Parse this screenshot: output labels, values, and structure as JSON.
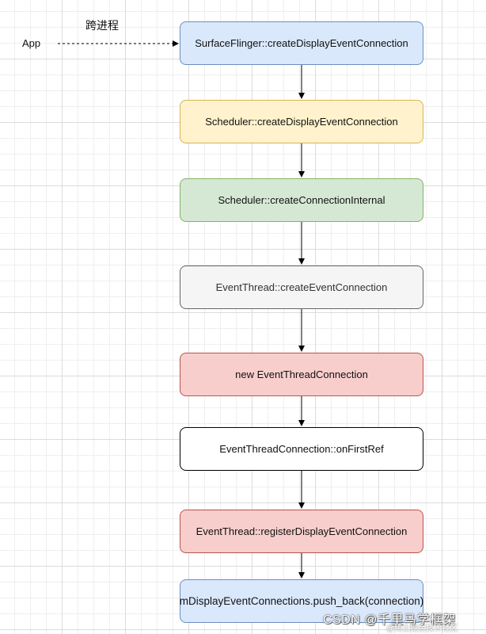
{
  "diagram": {
    "source_label": "App",
    "edge_label": "跨进程",
    "nodes": [
      {
        "text": "SurfaceFlinger::createDisplayEventConnection",
        "color": "#dae8fc"
      },
      {
        "text": "Scheduler::createDisplayEventConnection",
        "color": "#fff2cc"
      },
      {
        "text": "Scheduler::createConnectionInternal",
        "color": "#d5e8d4"
      },
      {
        "text": "EventThread::createEventConnection",
        "color": "#f5f5f5"
      },
      {
        "text": "new EventThreadConnection",
        "color": "#f8cecc"
      },
      {
        "text": "EventThreadConnection::onFirstRef",
        "color": "#ffffff"
      },
      {
        "text": "EventThread::registerDisplayEventConnection",
        "color": "#f8cecc"
      },
      {
        "text": "mDisplayEventConnections.push_back(connection)",
        "color": "#dae8fc"
      }
    ]
  },
  "watermark": {
    "text": "CSDN @千里马学框架",
    "sub": "@稀土掘金技术社区"
  }
}
